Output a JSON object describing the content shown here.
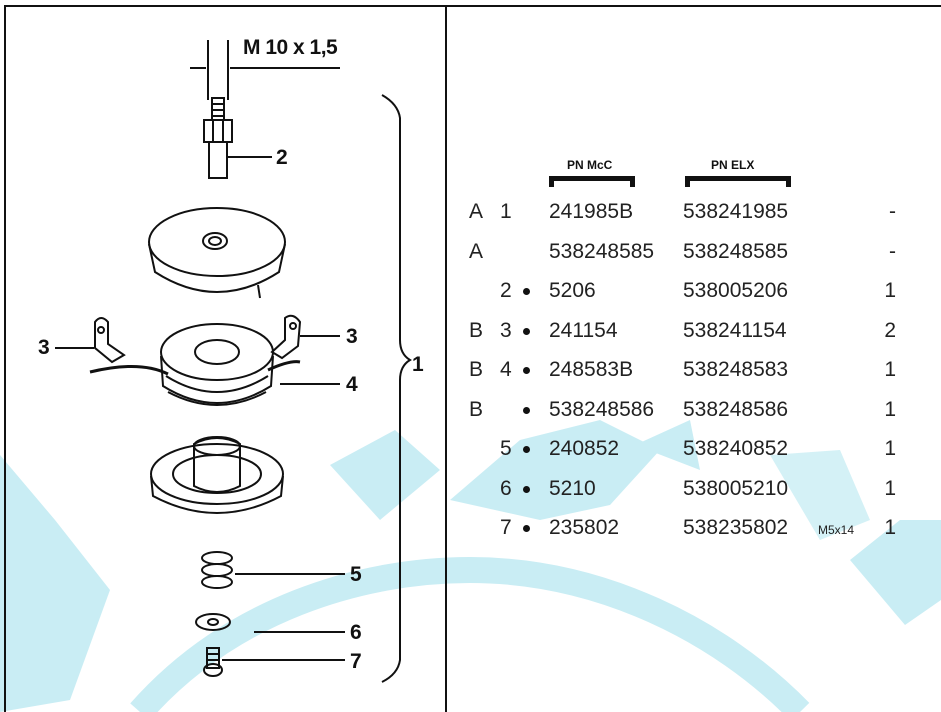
{
  "drawing": {
    "thread_spec": "M 10 x 1,5",
    "callouts": [
      "1",
      "2",
      "3",
      "3",
      "4",
      "5",
      "6",
      "7"
    ]
  },
  "table": {
    "headers": [
      "PN McC",
      "PN ELX"
    ],
    "rows": [
      {
        "group": "A",
        "item": "1",
        "bullet": false,
        "pn_mcc": "241985B",
        "pn_elx": "538241985",
        "note": "",
        "qty": "-"
      },
      {
        "group": "A",
        "item": "",
        "bullet": false,
        "pn_mcc": "538248585",
        "pn_elx": "538248585",
        "note": "",
        "qty": "-"
      },
      {
        "group": "",
        "item": "2",
        "bullet": true,
        "pn_mcc": "5206",
        "pn_elx": "538005206",
        "note": "",
        "qty": "1"
      },
      {
        "group": "B",
        "item": "3",
        "bullet": true,
        "pn_mcc": "241154",
        "pn_elx": "538241154",
        "note": "",
        "qty": "2"
      },
      {
        "group": "B",
        "item": "4",
        "bullet": true,
        "pn_mcc": "248583B",
        "pn_elx": "538248583",
        "note": "",
        "qty": "1"
      },
      {
        "group": "B",
        "item": "",
        "bullet": true,
        "pn_mcc": "538248586",
        "pn_elx": "538248586",
        "note": "",
        "qty": "1"
      },
      {
        "group": "",
        "item": "5",
        "bullet": true,
        "pn_mcc": "240852",
        "pn_elx": "538240852",
        "note": "",
        "qty": "1"
      },
      {
        "group": "",
        "item": "6",
        "bullet": true,
        "pn_mcc": "5210",
        "pn_elx": "538005210",
        "note": "",
        "qty": "1"
      },
      {
        "group": "",
        "item": "7",
        "bullet": true,
        "pn_mcc": "235802",
        "pn_elx": "538235802",
        "note": "M5x14",
        "qty": "1"
      }
    ]
  },
  "colors": {
    "watermark": "#c8ecf3",
    "ink": "#111111"
  }
}
